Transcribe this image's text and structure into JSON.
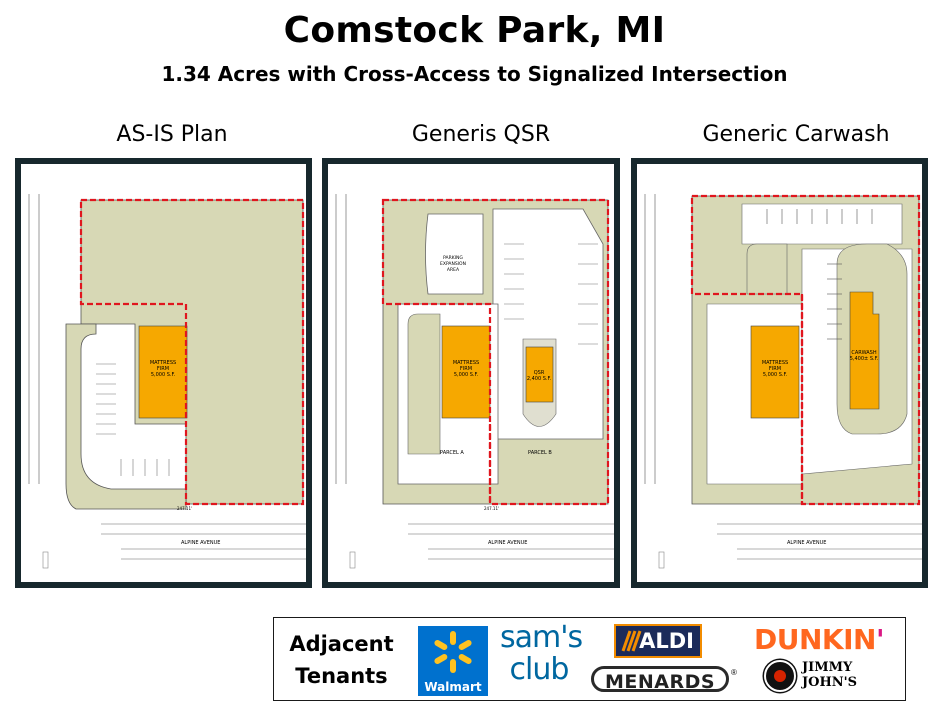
{
  "header": {
    "title": "Comstock Park, MI",
    "subtitle": "1.34 Acres with Cross-Access to Signalized Intersection"
  },
  "panels": [
    {
      "label": "AS-IS Plan",
      "building_lines": [
        "MATTRESS",
        "FIRM",
        "5,000 S.F."
      ],
      "street": "ALPINE AVENUE",
      "dimension": "247.11'"
    },
    {
      "label": "Generis QSR",
      "building_lines": [
        "MATTRESS",
        "FIRM",
        "5,000 S.F."
      ],
      "qsr_lines": [
        "QSR",
        "2,400 S.F."
      ],
      "expansion_lines": [
        "PARKING",
        "EXPANSION",
        "AREA"
      ],
      "parcel_a": "PARCEL A",
      "parcel_b": "PARCEL B",
      "street": "ALPINE AVENUE",
      "dimension": "247.11'"
    },
    {
      "label": "Generic Carwash",
      "building_lines": [
        "MATTRESS",
        "FIRM",
        "5,000 S.F."
      ],
      "carwash_lines": [
        "CARWASH",
        "5,400± S.F."
      ],
      "street": "ALPINE AVENUE"
    }
  ],
  "tenants": {
    "label_line1": "Adjacent",
    "label_line2": "Tenants",
    "logos": {
      "walmart": "Walmart",
      "sams_line1": "sam's",
      "sams_line2": "club",
      "aldi": "ALDI",
      "menards": "MENARDS",
      "menards_mark": "®",
      "dunkin_orange": "DUNKIN",
      "dunkin_pink": "'",
      "jimmy": "JIMMY",
      "johns": "JOHN'S"
    }
  },
  "colors": {
    "panel_border": "#17282d",
    "site_fill": "#d7d8b5",
    "building": "#f6a800",
    "boundary": "#e0161e"
  }
}
